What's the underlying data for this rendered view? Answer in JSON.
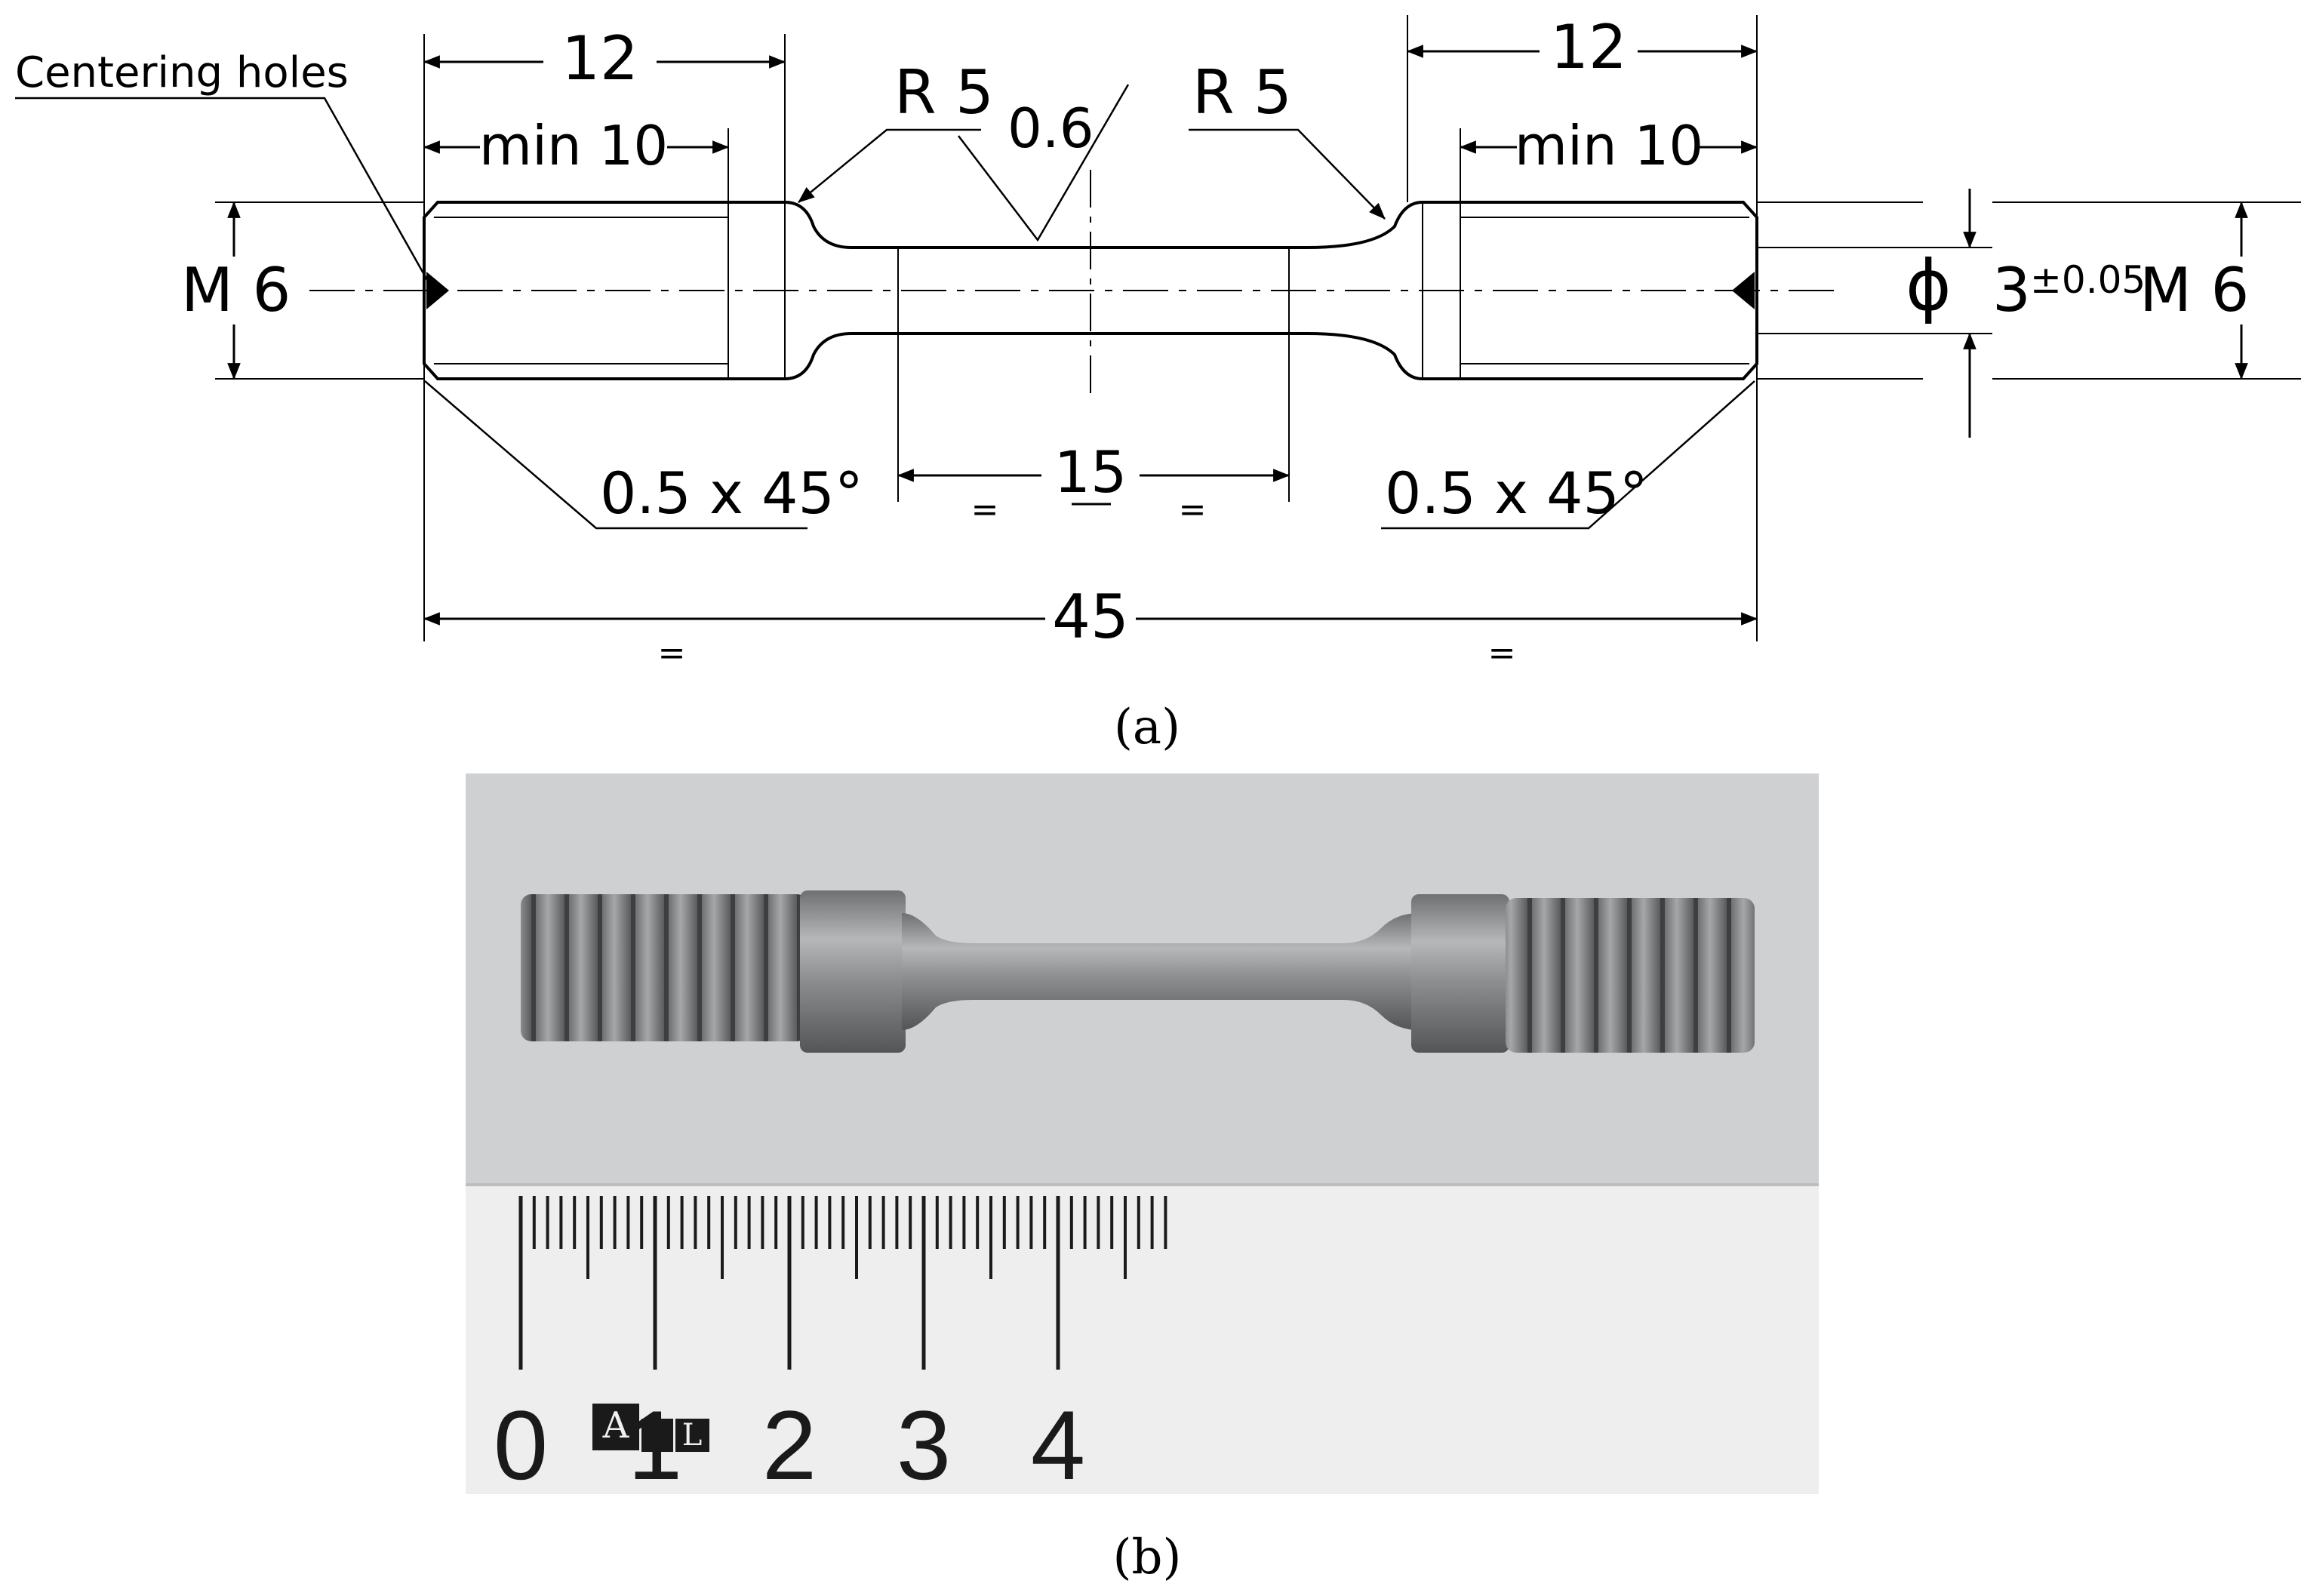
{
  "drawing": {
    "label_centering_holes": "Centering holes",
    "dim_grip_length_left": "12",
    "dim_grip_length_right": "12",
    "dim_thread_min_left": "min 10",
    "dim_thread_min_right": "min 10",
    "dim_radius_left": "R 5",
    "dim_radius_right": "R 5",
    "dim_roughness": "0.6",
    "dim_thread_left": "M 6",
    "dim_thread_right": "M 6",
    "dim_diameter_symbol": "ϕ",
    "dim_diameter_value": "3",
    "dim_diameter_tolerance": "±0.05",
    "dim_chamfer_left": "0.5 x 45°",
    "dim_chamfer_right": "0.5 x 45°",
    "dim_gauge_length": "15",
    "dim_total_length": "45",
    "symmetry_mark": "=",
    "caption": "(a)"
  },
  "photo": {
    "ruler_labels": [
      "0",
      "1",
      "2",
      "3",
      "4"
    ],
    "logo_letters": [
      "A",
      "L"
    ],
    "caption": "(b)",
    "colors": {
      "background": "#cfd0d2",
      "ruler": "#eeeeee",
      "metal": "#8e8f91"
    }
  }
}
